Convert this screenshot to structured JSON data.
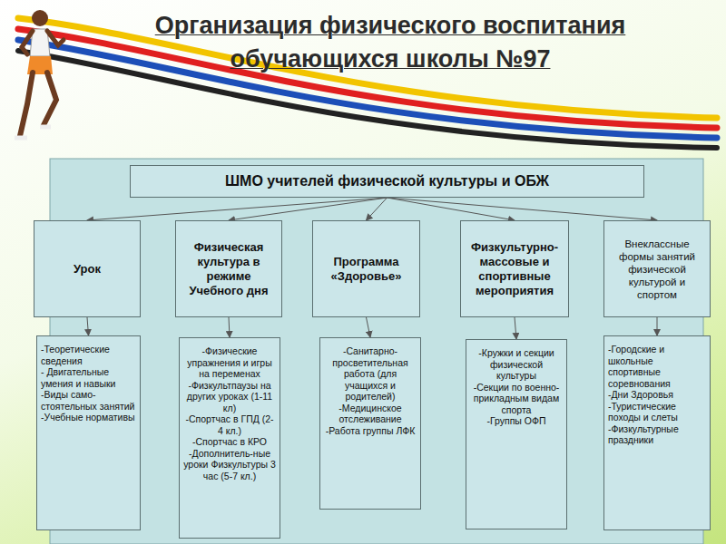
{
  "diagram": {
    "title": "Организация физического воспитания обучающихся школы №97",
    "nodes": [
      {
        "text": [
          "ШМО учителей физической культуры и ОБЖ"
        ]
      },
      {
        "text": [
          "Урок"
        ]
      },
      {
        "text": [
          "Физическая культура в режиме Учебного дня"
        ]
      },
      {
        "text": [
          "Программа «Здоровье»"
        ]
      },
      {
        "text": [
          "Физкультурно-массовые и спортивные мероприятия"
        ]
      },
      {
        "text": [
          "Внеклассные формы занятий физической культурой и спортом"
        ]
      },
      {
        "text": [
          "-Теоретические сведения",
          "- Двигательные умения и навыки",
          "-Виды само-стоятельных занятий",
          "-Учебные нормативы"
        ]
      },
      {
        "text": [
          "-Физические упражнения и игры на переменах",
          "-Физкультпаузы на других уроках (1-11 кл)",
          "-Спортчас в ГПД (2-4 кл.)",
          "-Спортчас в КРО",
          "-Дополнитель-ные уроки Физкультуры 3 час (5-7 кл.)"
        ]
      },
      {
        "text": [
          "-Санитарно-просветительная работа (для учащихся и родителей)",
          "-Медицинское отслеживание",
          "-Работа группы ЛФК"
        ]
      },
      {
        "text": [
          "-Кружки и секции физической культуры",
          "-Секции по военно-прикладным видам спорта",
          "-Группы ОФП"
        ]
      },
      {
        "text": [
          "-Городские и школьные спортивные соревнования",
          "-Дни Здоровья",
          "-Туристические походы и слеты",
          "-Физкультурные праздники"
        ]
      }
    ],
    "edges": [
      {
        "from": 0,
        "to": 1,
        "arrow": "to"
      },
      {
        "from": 0,
        "to": 2,
        "arrow": "to"
      },
      {
        "from": 0,
        "to": 3,
        "arrow": "to"
      },
      {
        "from": 0,
        "to": 4,
        "arrow": "to"
      },
      {
        "from": 0,
        "to": 5,
        "arrow": "to"
      },
      {
        "from": 1,
        "to": 6,
        "arrow": "to"
      },
      {
        "from": 2,
        "to": 7,
        "arrow": "to"
      },
      {
        "from": 3,
        "to": 8,
        "arrow": "to"
      },
      {
        "from": 4,
        "to": 9,
        "arrow": "to"
      },
      {
        "from": 5,
        "to": 10,
        "arrow": "to"
      }
    ]
  }
}
